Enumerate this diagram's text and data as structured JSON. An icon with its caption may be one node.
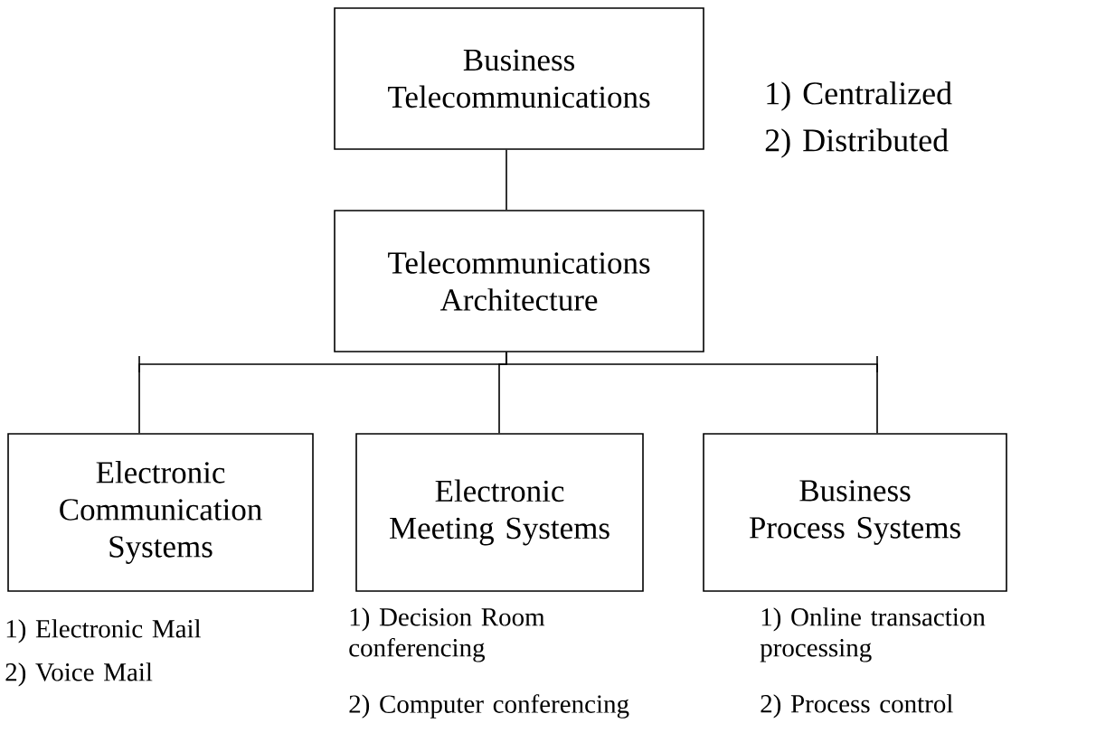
{
  "diagram": {
    "nodes": [
      {
        "text": [
          "Business Telecommunications"
        ]
      },
      {
        "text": [
          "Telecommunications Architecture"
        ],
        "beside": [
          "1) Centralized",
          "2) Distributed"
        ]
      },
      {
        "text": [
          "Electronic Communication Systems"
        ],
        "beside": [
          "1) Electronic Mail",
          "2) Voice Mail"
        ]
      },
      {
        "text": [
          "Electronic Meeting Systems"
        ],
        "beside": [
          "1) Decision Room conferencing",
          "2) Computer conferencing"
        ]
      },
      {
        "text": [
          "Business Process Systems"
        ],
        "beside": [
          "1) Online transaction processing",
          "2) Process control"
        ]
      }
    ],
    "edges": [
      {
        "from": 0,
        "to": 1,
        "arrow": "none"
      },
      {
        "from": 1,
        "to": 2,
        "arrow": "none"
      },
      {
        "from": 1,
        "to": 3,
        "arrow": "none"
      },
      {
        "from": 1,
        "to": 4,
        "arrow": "none"
      }
    ]
  }
}
